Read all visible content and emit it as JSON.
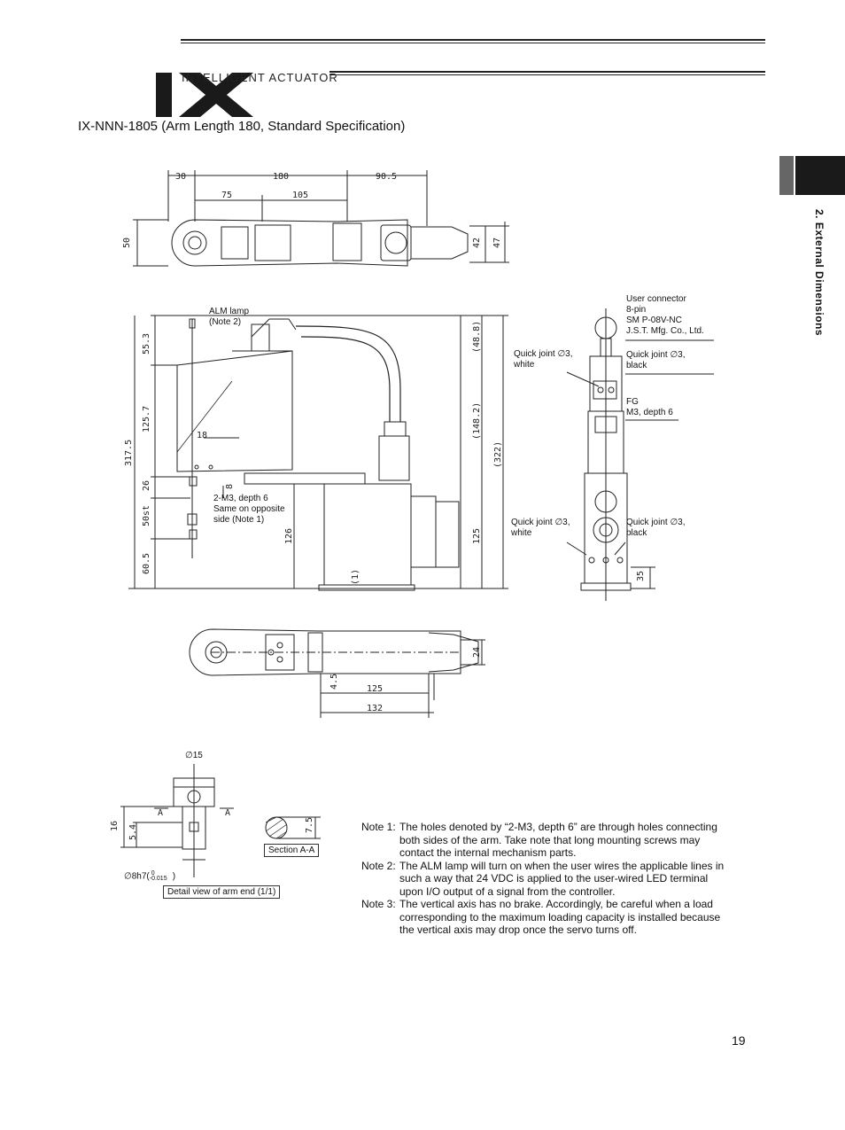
{
  "header": {
    "logo": "IX",
    "subtitle": "INTELLIGENT ACTUATOR"
  },
  "title": "IX-NNN-1805 (Arm Length 180, Standard Specification)",
  "side_tab": "2. External Dimensions",
  "dimensions": {
    "top_30": "30",
    "top_180": "180",
    "top_90_5": "90.5",
    "top_75": "75",
    "top_105": "105",
    "h50": "50",
    "h42": "42",
    "h47": "47",
    "s55_3": "55.3",
    "s125_7": "125.7",
    "s317_5": "317.5",
    "s26": "26",
    "s50st": "50st",
    "s60_5": "60.5",
    "s18": "18",
    "s8": "8",
    "s126": "126",
    "s125": "125",
    "s48_8": "(48.8)",
    "s148_2": "(148.2)",
    "s322": "(322)",
    "s1": "(1)",
    "b24": "24",
    "b4_5": "4.5",
    "b125": "125",
    "b132": "132",
    "r35": "35",
    "d16": "16",
    "d5_4": "5.4",
    "d7_5": "7.5"
  },
  "labels": {
    "alm_lamp": "ALM lamp\n(Note 2)",
    "m3_depth": "2-M3, depth 6\nSame on opposite\nside (Note 1)",
    "user_connector": "User connector\n8-pin\nSM P-08V-NC\nJ.S.T. Mfg. Co., Ltd.",
    "quick_white_top": "Quick joint ∅3,\nwhite",
    "quick_black_top": "Quick joint ∅3,\nblack",
    "fg": "FG\nM3, depth 6",
    "quick_white_bottom": "Quick joint ∅3,\nwhite",
    "quick_black_bottom": "Quick joint ∅3,\nblack",
    "phi15": "∅15",
    "shaft": "∅8h7(",
    "shaft_tol_upper": "0",
    "shaft_tol_lower": "-0.015",
    "shaft_close": ")",
    "section_a": "A",
    "section_aa": "Section A-A",
    "detail_view": "Detail view of arm end (1/1)"
  },
  "notes": [
    {
      "key": "Note 1:",
      "text": "The holes denoted by “2-M3, depth 6” are through holes connecting both sides of the arm. Take note that long mounting screws may contact the internal mechanism parts."
    },
    {
      "key": "Note 2:",
      "text": "The ALM lamp will turn on when the user wires the applicable lines in such a way that 24 VDC is applied to the user-wired LED terminal upon I/O output of a signal from the controller."
    },
    {
      "key": "Note 3:",
      "text": "The vertical axis has no brake. Accordingly, be careful when a load corresponding to the maximum loading capacity is installed because the vertical axis may drop once the servo turns off."
    }
  ],
  "page_number": "19"
}
